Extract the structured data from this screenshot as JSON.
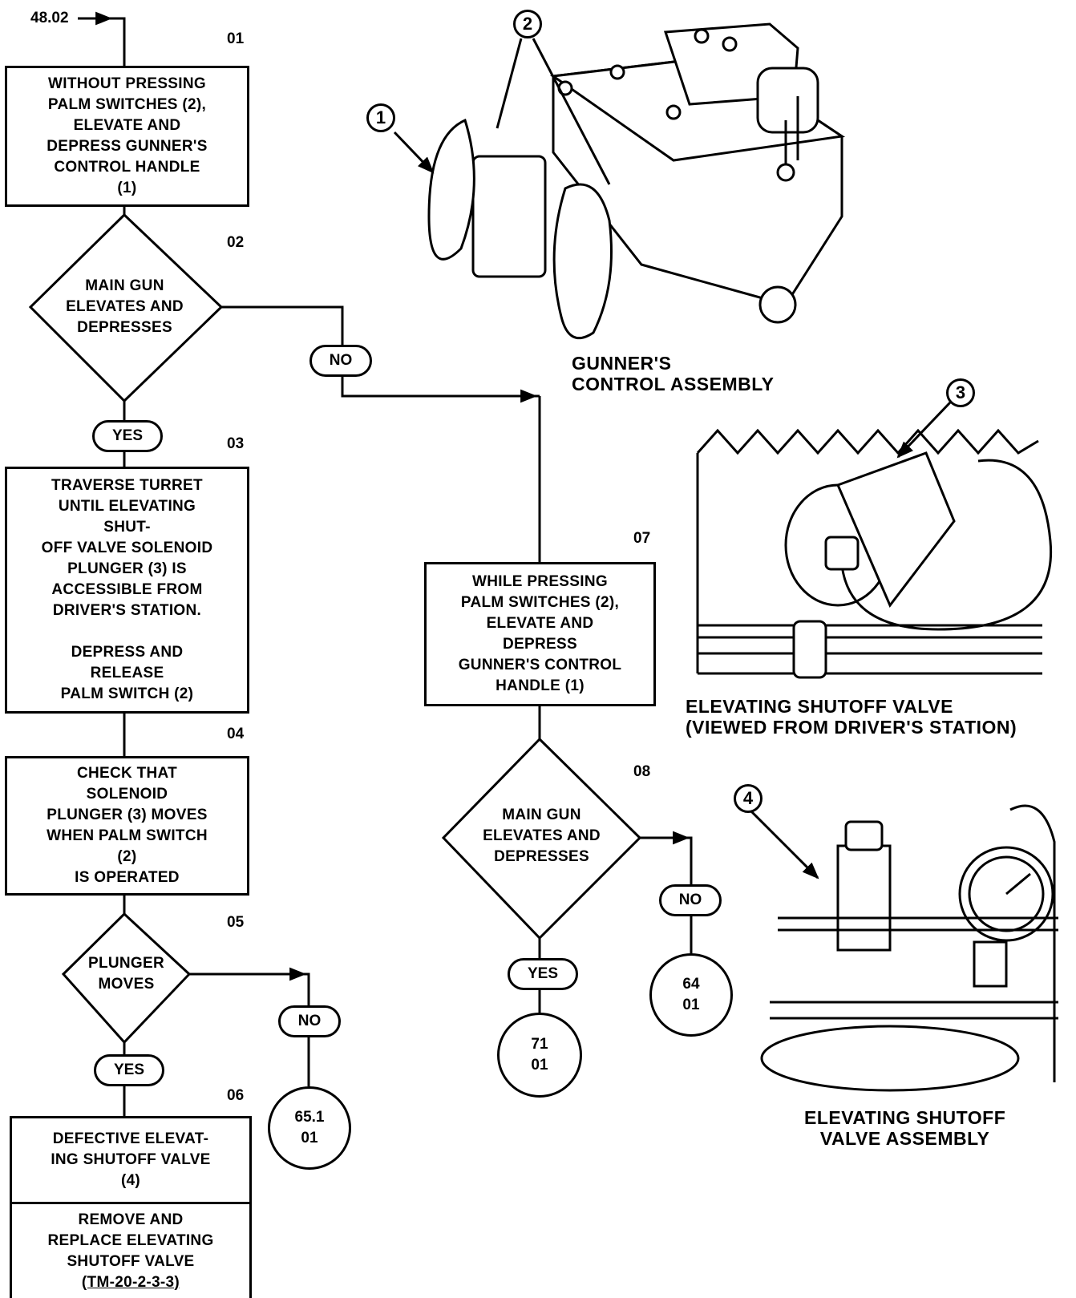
{
  "entry_ref": "48.02",
  "steps": {
    "s01": {
      "num": "01",
      "text": "WITHOUT PRESSING\nPALM SWITCHES (2),\nELEVATE AND\nDEPRESS GUNNER'S\nCONTROL HANDLE\n(1)"
    },
    "s02": {
      "num": "02",
      "text": "MAIN GUN\nELEVATES AND\nDEPRESSES"
    },
    "s03": {
      "num": "03",
      "text": "TRAVERSE TURRET\nUNTIL ELEVATING\nSHUT-\nOFF VALVE SOLENOID\nPLUNGER (3) IS\nACCESSIBLE FROM\nDRIVER'S STATION.\n\nDEPRESS AND\nRELEASE\nPALM SWITCH (2)"
    },
    "s04": {
      "num": "04",
      "text": "CHECK THAT\nSOLENOID\nPLUNGER (3) MOVES\nWHEN PALM SWITCH\n(2)\nIS OPERATED"
    },
    "s05": {
      "num": "05",
      "text": "PLUNGER\nMOVES"
    },
    "s06": {
      "num": "06",
      "text": "DEFECTIVE ELEVAT-\nING SHUTOFF VALVE\n(4)",
      "action": "REMOVE AND\nREPLACE ELEVATING\nSHUTOFF VALVE",
      "ref": "(TM-20-2-3-3)"
    },
    "s07": {
      "num": "07",
      "text": "WHILE PRESSING\nPALM SWITCHES (2),\nELEVATE AND\nDEPRESS\nGUNNER'S CONTROL\nHANDLE (1)"
    },
    "s08": {
      "num": "08",
      "text": "MAIN GUN\nELEVATES AND\nDEPRESSES"
    }
  },
  "branches": {
    "yes": "YES",
    "no": "NO"
  },
  "connectors": {
    "c651": {
      "line1": "65.1",
      "line2": "01"
    },
    "c71": {
      "line1": "71",
      "line2": "01"
    },
    "c64": {
      "line1": "64",
      "line2": "01"
    }
  },
  "figures": {
    "gunner_control": {
      "caption": "GUNNER'S\nCONTROL ASSEMBLY"
    },
    "shutoff_driver": {
      "caption": "ELEVATING SHUTOFF VALVE\n(VIEWED FROM DRIVER'S STATION)"
    },
    "shutoff_assembly": {
      "caption": "ELEVATING SHUTOFF\nVALVE ASSEMBLY"
    }
  },
  "callouts": {
    "c1": "1",
    "c2": "2",
    "c3": "3",
    "c4": "4"
  }
}
